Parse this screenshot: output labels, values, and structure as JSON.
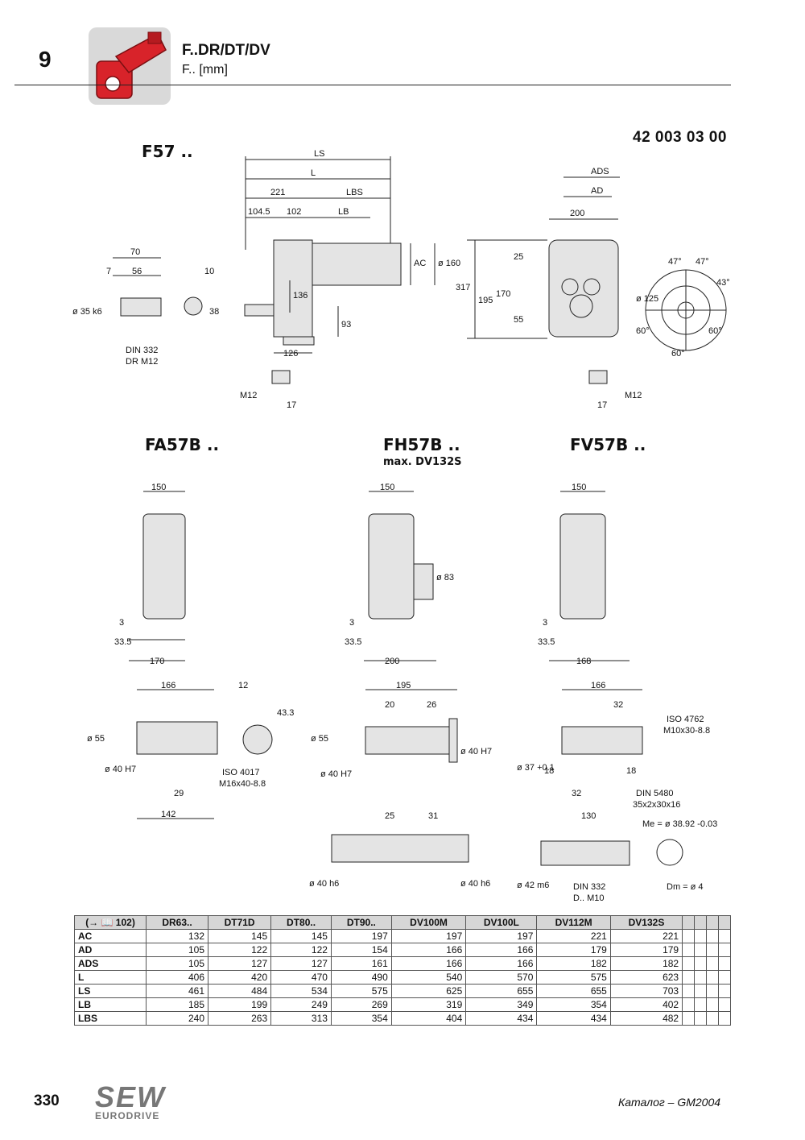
{
  "header": {
    "chapter": "9",
    "title": "F..DR/DT/DV",
    "subtitle": "F.. [mm]"
  },
  "catalog_number": "42 003 03 00",
  "models": {
    "f57": "F57 ..",
    "fa57b": "FA57B ..",
    "fh57b": "FH57B ..",
    "fh57b_note": "max. DV132S",
    "fv57b": "FV57B .."
  },
  "f57_drawing": {
    "dims_top": [
      "LS",
      "L",
      "221",
      "LBS",
      "104.5",
      "102",
      "LB"
    ],
    "side_dims": [
      "AC",
      "ø 160",
      "136",
      "93",
      "126",
      "M12",
      "17"
    ],
    "shaft": [
      "70",
      "7",
      "56",
      "10",
      "ø 35 k6",
      "38"
    ],
    "shaft_note": [
      "DIN 332",
      "DR M12"
    ],
    "front_dims": [
      "ADS",
      "AD",
      "200",
      "25",
      "317",
      "195",
      "170",
      "55",
      "M12",
      "17"
    ],
    "flange": [
      "47°",
      "47°",
      "43°",
      "ø 125",
      "60°",
      "60°",
      "60°"
    ]
  },
  "fa57b_drawing": {
    "dims": [
      "150",
      "3",
      "33.5",
      "170",
      "166",
      "ø 55",
      "ø 40 H7",
      "29",
      "142",
      "12",
      "43.3"
    ],
    "note": [
      "ISO 4017",
      "M16x40-8.8"
    ]
  },
  "fh57b_drawing": {
    "dims": [
      "150",
      "ø 83",
      "3",
      "33.5",
      "200",
      "195",
      "20",
      "26",
      "ø 55",
      "ø 40 H7",
      "ø 40 H7",
      "25",
      "31",
      "ø 40 h6",
      "ø 40 h6"
    ]
  },
  "fv57b_drawing": {
    "dims": [
      "150",
      "3",
      "33.5",
      "168",
      "166",
      "32",
      "ø 37 +0.1",
      "18",
      "18",
      "32",
      "130",
      "ø 42 m6",
      "Me = ø 38.92 -0.03",
      "Dm = ø 4"
    ],
    "notes": [
      "ISO 4762",
      "M10x30-8.8",
      "DIN 5480",
      "35x2x30x16",
      "DIN 332",
      "D.. M10"
    ]
  },
  "table": {
    "ref": "(→ 📖 102)",
    "columns": [
      "DR63..",
      "DT71D",
      "DT80..",
      "DT90..",
      "DV100M",
      "DV100L",
      "DV112M",
      "DV132S"
    ],
    "empty_columns": 4,
    "rows": [
      {
        "label": "AC",
        "values": [
          "132",
          "145",
          "145",
          "197",
          "197",
          "197",
          "221",
          "221"
        ]
      },
      {
        "label": "AD",
        "values": [
          "105",
          "122",
          "122",
          "154",
          "166",
          "166",
          "179",
          "179"
        ]
      },
      {
        "label": "ADS",
        "values": [
          "105",
          "127",
          "127",
          "161",
          "166",
          "166",
          "182",
          "182"
        ]
      },
      {
        "label": "L",
        "values": [
          "406",
          "420",
          "470",
          "490",
          "540",
          "570",
          "575",
          "623"
        ]
      },
      {
        "label": "LS",
        "values": [
          "461",
          "484",
          "534",
          "575",
          "625",
          "655",
          "655",
          "703"
        ]
      },
      {
        "label": "LB",
        "values": [
          "185",
          "199",
          "249",
          "269",
          "319",
          "349",
          "354",
          "402"
        ]
      },
      {
        "label": "LBS",
        "values": [
          "240",
          "263",
          "313",
          "354",
          "404",
          "434",
          "434",
          "482"
        ]
      }
    ]
  },
  "footer": {
    "page_number": "330",
    "logo_main": "SEW",
    "logo_sub": "EURODRIVE",
    "catalog": "Каталог – GM2004"
  },
  "colors": {
    "thumbnail_gearbox": "#d8232a",
    "thumbnail_bg": "#d9d9d9",
    "table_header": "#d6d6d6",
    "drawing_fill": "#e4e4e4"
  }
}
